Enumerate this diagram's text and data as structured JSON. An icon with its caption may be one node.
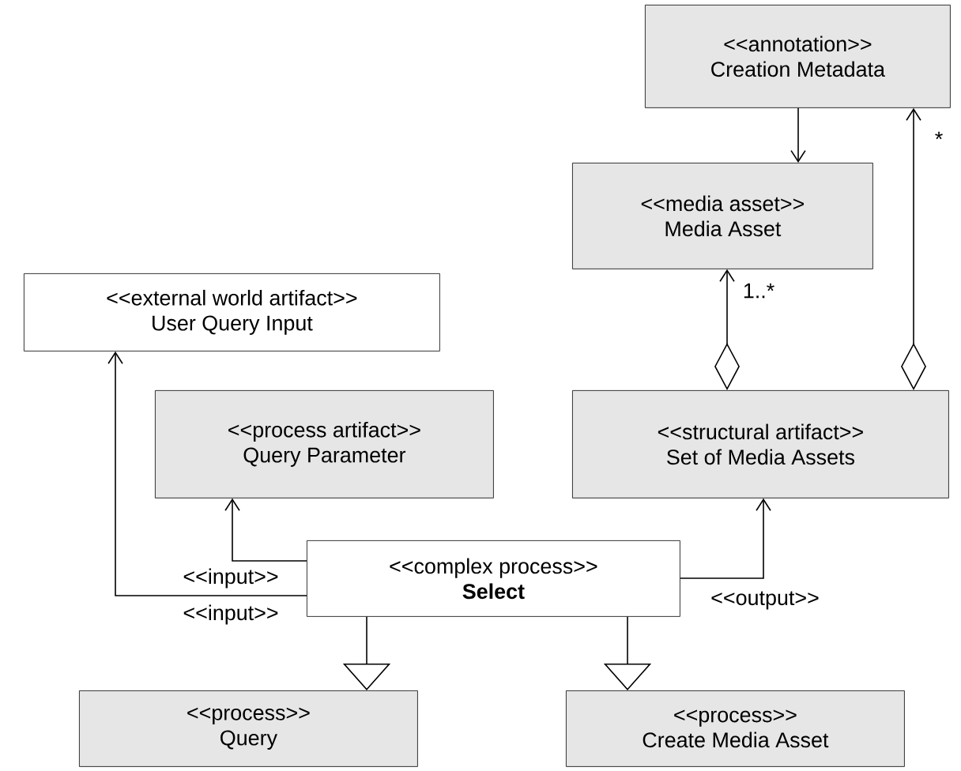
{
  "diagram": {
    "nodes": [
      {
        "text": [
          "<<annotation>>",
          "Creation Metadata"
        ]
      },
      {
        "text": [
          "<<media asset>>",
          "Media Asset"
        ]
      },
      {
        "text": [
          "<<external world artifact>>",
          "User Query Input"
        ]
      },
      {
        "text": [
          "<<process artifact>>",
          "Query Parameter"
        ]
      },
      {
        "text": [
          "<<structural artifact>>",
          "Set of Media Assets"
        ]
      },
      {
        "text": [
          "<<complex process>>",
          "Select"
        ]
      },
      {
        "text": [
          "<<process>>",
          "Query"
        ]
      },
      {
        "text": [
          "<<process>>",
          "Create Media Asset"
        ]
      }
    ],
    "edges": [
      {
        "from": 0,
        "to": 1,
        "arrow": "to"
      },
      {
        "from": 4,
        "to": 1,
        "arrow": "to",
        "label": "1..*"
      },
      {
        "from": 4,
        "to": 0,
        "arrow": "to",
        "label": "*"
      },
      {
        "from": 5,
        "to": 3,
        "arrow": "to",
        "label": "<<input>>"
      },
      {
        "from": 5,
        "to": 2,
        "arrow": "to",
        "label": "<<input>>"
      },
      {
        "from": 5,
        "to": 4,
        "arrow": "to",
        "label": "<<output>>"
      },
      {
        "from": 5,
        "to": 6,
        "arrow": "to"
      },
      {
        "from": 5,
        "to": 7,
        "arrow": "to"
      }
    ]
  }
}
